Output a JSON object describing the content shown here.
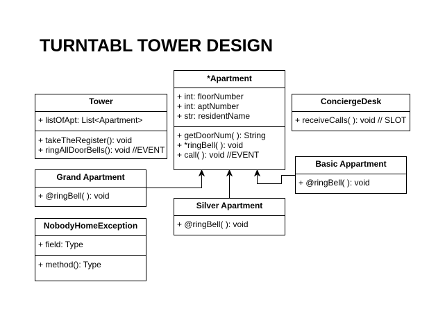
{
  "title": "TURNTABL TOWER DESIGN",
  "classes": {
    "apartment": {
      "name": "*Apartment",
      "attributes": [
        "+ int: floorNumber",
        "+ int: aptNumber",
        "+ str: residentName"
      ],
      "methods": [
        "+ getDoorNum( ): String",
        "+ *ringBell( ): void",
        "+ call( ): void  //EVENT"
      ]
    },
    "tower": {
      "name": "Tower",
      "attributes": [
        "+ listOfApt: List<Apartment>"
      ],
      "methods": [
        "+ takeTheRegister(): void",
        "+ ringAllDoorBells(): void //EVENT"
      ]
    },
    "concierge": {
      "name": "ConciergeDesk",
      "members": [
        "+ receiveCalls( ): void // SLOT"
      ]
    },
    "grand": {
      "name": "Grand Apartment",
      "members": [
        "+ @ringBell( ): void"
      ]
    },
    "basic": {
      "name": "Basic Appartment",
      "members": [
        "+ @ringBell( ): void"
      ]
    },
    "silver": {
      "name": "Silver Apartment",
      "members": [
        "+ @ringBell( ): void"
      ]
    },
    "nobody": {
      "name": "NobodyHomeException",
      "attributes": [
        "+ field: Type"
      ],
      "methods": [
        "+ method(): Type"
      ]
    }
  },
  "colors": {
    "line": "#000000",
    "background": "#ffffff",
    "text": "#000000"
  }
}
